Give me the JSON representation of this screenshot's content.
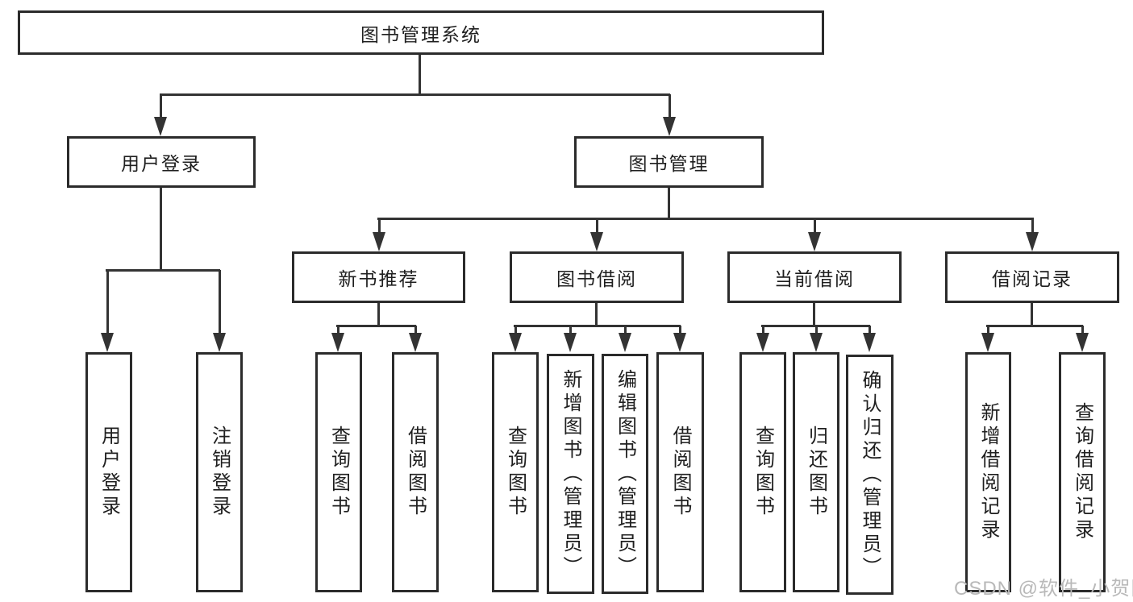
{
  "tree": {
    "root": "图书管理系统",
    "children": [
      {
        "label": "用户登录",
        "children": [
          "用户登录",
          "注销登录"
        ]
      },
      {
        "label": "图书管理",
        "children": [
          {
            "label": "新书推荐",
            "children": [
              "查询图书",
              "借阅图书"
            ]
          },
          {
            "label": "图书借阅",
            "children": [
              "查询图书",
              "新增图书（管理员）",
              "编辑图书（管理员）",
              "借阅图书"
            ]
          },
          {
            "label": "当前借阅",
            "children": [
              "查询图书",
              "归还图书",
              "确认归还（管理员）"
            ]
          },
          {
            "label": "借阅记录",
            "children": [
              "新增借阅记录",
              "查询借阅记录"
            ]
          }
        ]
      }
    ]
  },
  "watermark": {
    "text": "CSDN @软件_小贺同学"
  },
  "colors": {
    "line": "#333333",
    "box_border": "#2b2b2b",
    "text": "#1f1f1f",
    "watermark": "#b9b9b9",
    "background": "#ffffff"
  }
}
